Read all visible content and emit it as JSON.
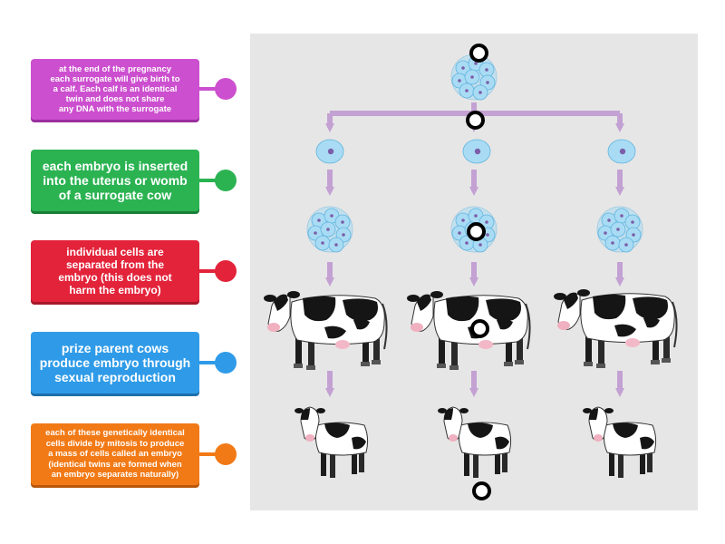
{
  "labels": [
    {
      "text": "at the end of the pregnancy\neach surrogate will give birth to\na calf. Each calf is an identical\ntwin and does not share\nany DNA with the surrogate",
      "color": "#cc4fcf",
      "shadow": "#9a2e9e"
    },
    {
      "text": "each embryo is inserted\ninto the uterus or womb\nof a surrogate cow",
      "color": "#2bb352",
      "shadow": "#1b7e37"
    },
    {
      "text": "individual cells are\nseparated from the\nembryo (this does not\nharm the embryo)",
      "color": "#e3233a",
      "shadow": "#a5172a"
    },
    {
      "text": "prize parent cows\nproduce embryo through\nsexual reproduction",
      "color": "#2f9be8",
      "shadow": "#1d6fab"
    },
    {
      "text": "each of these genetically identical\ncells divide by mitosis to produce\na mass of cells called an embryo\n(identical twins are formed when\nan embryo separates naturally)",
      "color": "#f27a16",
      "shadow": "#b9570b"
    }
  ],
  "colors": {
    "board": "#e6e6e6",
    "arrow": "#c3a1d3",
    "cell": "#a9dcf4",
    "cellEdge": "#5fb3de",
    "nucleus": "#7b5ea8"
  }
}
